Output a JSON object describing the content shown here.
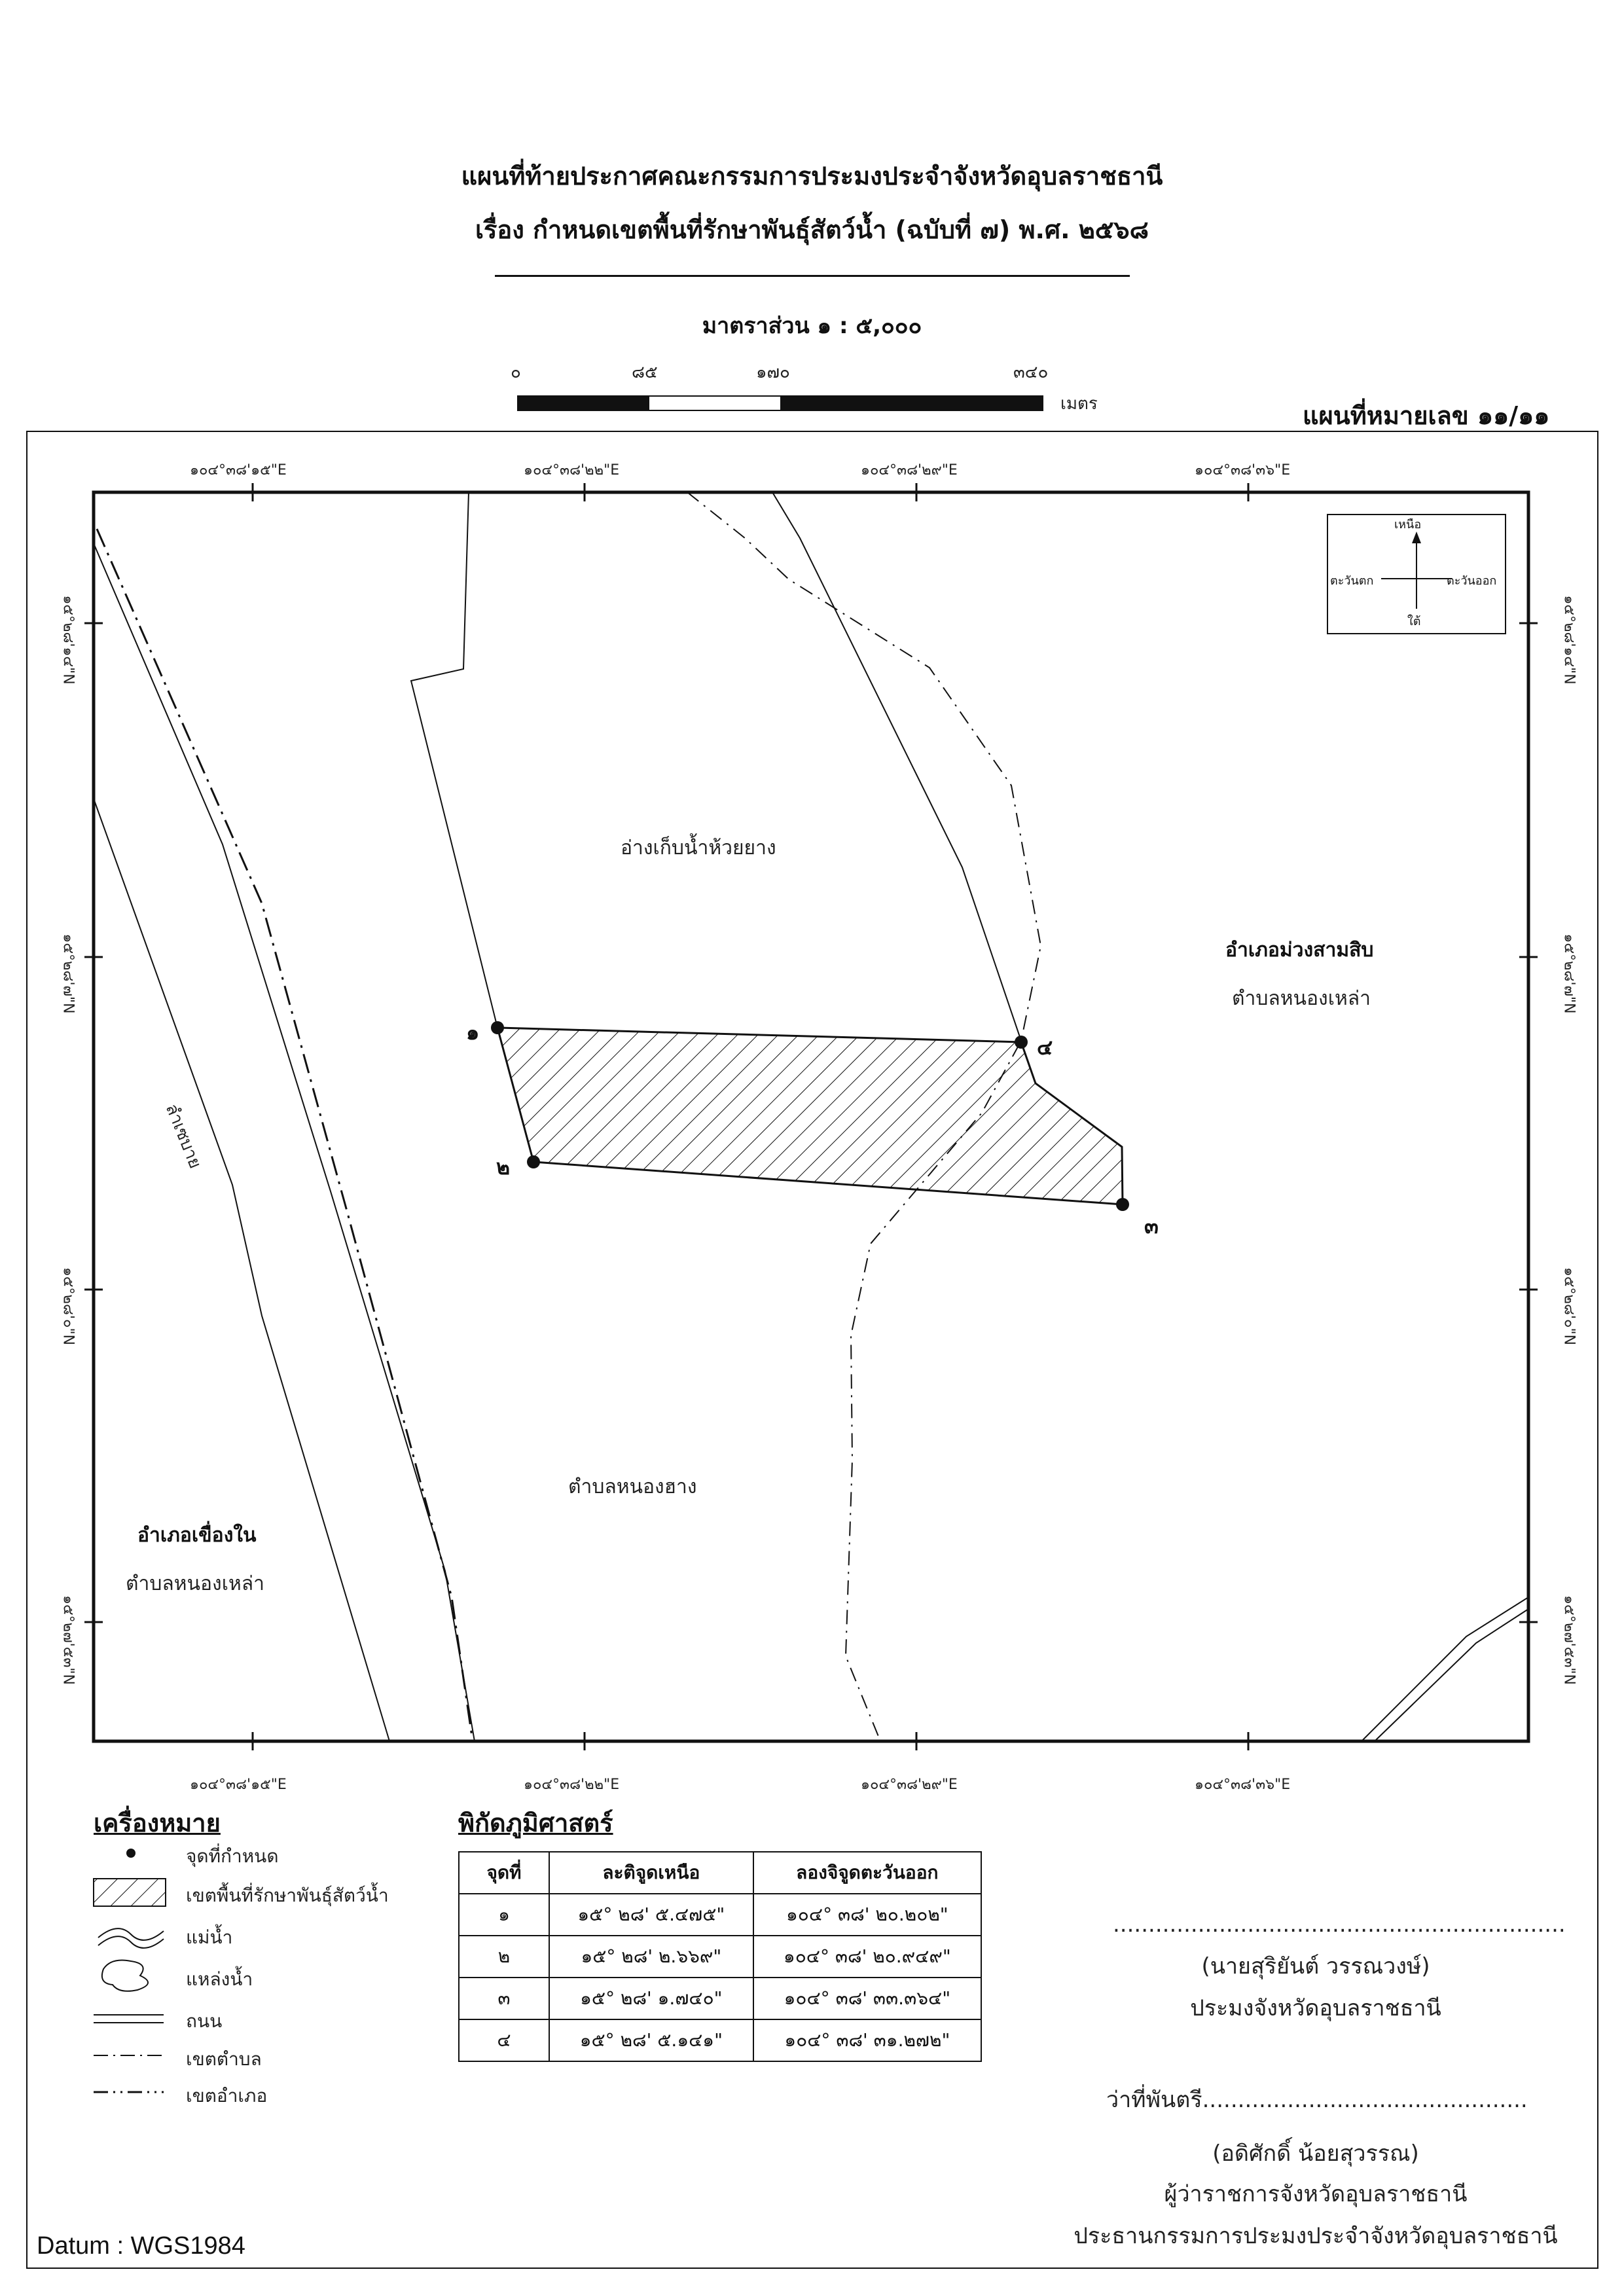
{
  "header": {
    "title_line1": "แผนที่ท้ายประกาศคณะกรรมการประมงประจำจังหวัดอุบลราชธานี",
    "title_line2": "เรื่อง กำหนดเขตพื้นที่รักษาพันธุ์สัตว์น้ำ (ฉบับที่ ๗) พ.ศ. ๒๕๖๘"
  },
  "scale": {
    "label": "มาตราส่วน ๑ : ๕,๐๐๐",
    "ticks": [
      "๐",
      "๘๕",
      "๑๗๐",
      "๓๔๐"
    ],
    "unit": "เมตร"
  },
  "map_number": "แผนที่หมายเลข ๑๑/๑๑",
  "grid": {
    "lon_labels": [
      "๑๐๔°๓๘'๑๕\"E",
      "๑๐๔°๓๘'๒๒\"E",
      "๑๐๔°๓๘'๒๙\"E",
      "๑๐๔°๓๘'๓๖\"E"
    ],
    "lat_labels": [
      "๑๕°๒๘'๑๔\"N",
      "๑๕°๒๘'๗\"N",
      "๑๕°๒๘'๐\"N",
      "๑๕°๒๗'๕๓\"N"
    ]
  },
  "north_arrow": {
    "north": "เหนือ",
    "south": "ใต้",
    "east": "ตะวันออก",
    "west": "ตะวันตก"
  },
  "map_labels": {
    "reservoir": "อ่างเก็บน้ำห้วยยาง",
    "district_east": "อำเภอม่วงสามสิบ",
    "subdistrict_east": "ตำบลหนองเหล่า",
    "subdistrict_center": "ตำบลหนองฮาง",
    "district_west": "อำเภอเขื่องใน",
    "subdistrict_west": "ตำบลหนองเหล่า",
    "stream": "ลำเซบาย"
  },
  "points": [
    {
      "label": "๑"
    },
    {
      "label": "๒"
    },
    {
      "label": "๓"
    },
    {
      "label": "๔"
    }
  ],
  "legend": {
    "title": "เครื่องหมาย",
    "items": [
      {
        "label": "จุดที่กำหนด",
        "icon": "point-icon"
      },
      {
        "label": "เขตพื้นที่รักษาพันธุ์สัตว์น้ำ",
        "icon": "hatch-area-icon"
      },
      {
        "label": "แม่น้ำ",
        "icon": "river-icon"
      },
      {
        "label": "แหล่งน้ำ",
        "icon": "water-body-icon"
      },
      {
        "label": "ถนน",
        "icon": "road-icon"
      },
      {
        "label": "เขตตำบล",
        "icon": "subdistrict-boundary-icon"
      },
      {
        "label": "เขตอำเภอ",
        "icon": "district-boundary-icon"
      }
    ]
  },
  "coordinates": {
    "title": "พิกัดภูมิศาสตร์",
    "headers": [
      "จุดที่",
      "ละติจูดเหนือ",
      "ลองจิจูดตะวันออก"
    ],
    "rows": [
      [
        "๑",
        "๑๕° ๒๘' ๕.๔๗๕\"",
        "๑๐๔° ๓๘' ๒๐.๒๐๒\""
      ],
      [
        "๒",
        "๑๕° ๒๘' ๒.๖๖๙\"",
        "๑๐๔° ๓๘' ๒๐.๙๔๙\""
      ],
      [
        "๓",
        "๑๕° ๒๘' ๑.๗๔๐\"",
        "๑๐๔° ๓๘' ๓๓.๓๖๔\""
      ],
      [
        "๔",
        "๑๕° ๒๘' ๕.๑๔๑\"",
        "๑๐๔° ๓๘' ๓๑.๒๗๒\""
      ]
    ]
  },
  "signature": {
    "dots1": "................................................................",
    "name1": "(นายสุริยันต์ วรรณวงษ์)",
    "position1": "ประมงจังหวัดอุบลราชธานี",
    "line2": "ว่าที่พันตรี..............................................",
    "name2": "(อดิศักดิ์ น้อยสุวรรณ)",
    "position2a": "ผู้ว่าราชการจังหวัดอุบลราชธานี",
    "position2b": "ประธานกรรมการประมงประจำจังหวัดอุบลราชธานี"
  },
  "datum": "Datum : WGS1984"
}
